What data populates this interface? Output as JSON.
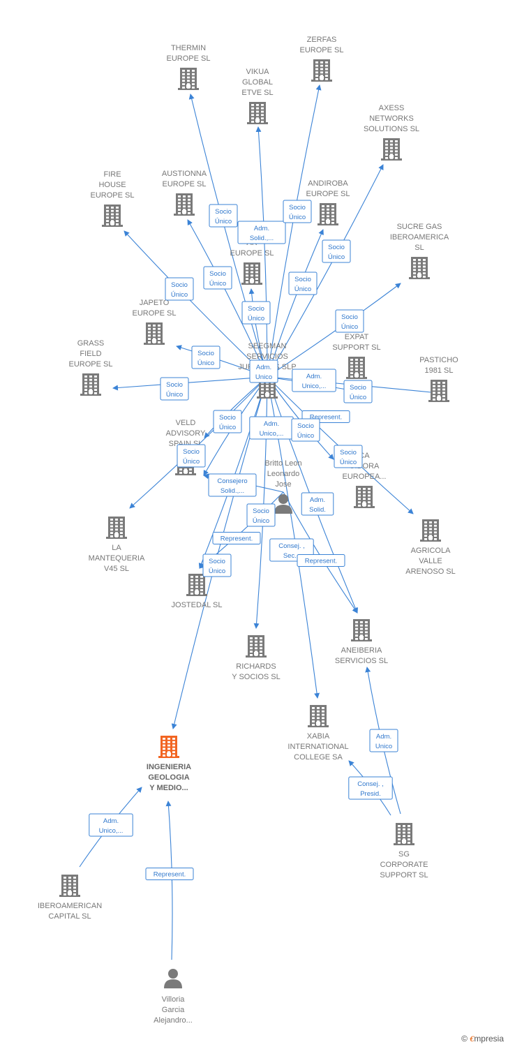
{
  "nodes": [
    {
      "id": "thermin",
      "type": "company",
      "lines": [
        "THERMIN",
        "EUROPE  SL"
      ],
      "label_pos": "above"
    },
    {
      "id": "zerfas",
      "type": "company",
      "lines": [
        "ZERFAS",
        "EUROPE  SL"
      ],
      "label_pos": "above"
    },
    {
      "id": "vikua",
      "type": "company",
      "lines": [
        "VIKUA",
        "GLOBAL",
        "ETVE  SL"
      ],
      "label_pos": "above"
    },
    {
      "id": "axess",
      "type": "company",
      "lines": [
        "AXESS",
        "NETWORKS",
        "SOLUTIONS  SL"
      ],
      "label_pos": "above"
    },
    {
      "id": "fire",
      "type": "company",
      "lines": [
        "FIRE",
        "HOUSE",
        "EUROPE  SL"
      ],
      "label_pos": "above"
    },
    {
      "id": "austionna",
      "type": "company",
      "lines": [
        "AUSTIONNA",
        "EUROPE  SL"
      ],
      "label_pos": "above"
    },
    {
      "id": "andiroba",
      "type": "company",
      "lines": [
        "ANDIROBA",
        "EUROPE  SL"
      ],
      "label_pos": "above"
    },
    {
      "id": "sucre",
      "type": "company",
      "lines": [
        "SUCRE GAS",
        "IBEROAMERICA",
        "SL"
      ],
      "label_pos": "above"
    },
    {
      "id": "ar",
      "type": "company",
      "lines": [
        "AR",
        "EUROPE  SL"
      ],
      "label_pos": "above"
    },
    {
      "id": "japeto",
      "type": "company",
      "lines": [
        "JAPETO",
        "EUROPE  SL"
      ],
      "label_pos": "above"
    },
    {
      "id": "grass",
      "type": "company",
      "lines": [
        "GRASS",
        "FIELD",
        "EUROPE  SL"
      ],
      "label_pos": "above"
    },
    {
      "id": "seegman",
      "type": "company",
      "lines": [
        "SEEGMAN",
        "SERVICIOS",
        "JURIDICOS  SLP"
      ],
      "label_pos": "above"
    },
    {
      "id": "expat",
      "type": "company",
      "lines": [
        "PE",
        "EXPAT",
        "SUPPORT  SL"
      ],
      "label_pos": "above"
    },
    {
      "id": "pasticho",
      "type": "company",
      "lines": [
        "PASTICHO",
        "1981  SL"
      ],
      "label_pos": "above"
    },
    {
      "id": "veld",
      "type": "company",
      "lines": [
        "VELD",
        "ADVISORY",
        "SPAIN  SL"
      ],
      "label_pos": "above"
    },
    {
      "id": "ca",
      "type": "company",
      "lines": [
        "CA",
        "UIDORA",
        "EUROPEA..."
      ],
      "label_pos": "above"
    },
    {
      "id": "britto",
      "type": "person",
      "lines": [
        "Britto Leon",
        "Leonardo",
        "Jose"
      ],
      "label_pos": "above"
    },
    {
      "id": "mantequeria",
      "type": "company",
      "lines": [
        "LA",
        "MANTEQUERIA",
        "V45  SL"
      ],
      "label_pos": "below"
    },
    {
      "id": "agricola",
      "type": "company",
      "lines": [
        "AGRICOLA",
        "VALLE",
        "ARENOSO  SL"
      ],
      "label_pos": "below"
    },
    {
      "id": "jostedal",
      "type": "company",
      "lines": [
        "JOSTEDAL  SL"
      ],
      "label_pos": "below"
    },
    {
      "id": "richards",
      "type": "company",
      "lines": [
        "RICHARDS",
        "Y SOCIOS  SL"
      ],
      "label_pos": "below"
    },
    {
      "id": "aneiberia",
      "type": "company",
      "lines": [
        "ANEIBERIA",
        "SERVICIOS  SL"
      ],
      "label_pos": "below"
    },
    {
      "id": "xabia",
      "type": "company",
      "lines": [
        "XABIA",
        "INTERNATIONAL",
        "COLLEGE SA"
      ],
      "label_pos": "below"
    },
    {
      "id": "ingenieria",
      "type": "company-focus",
      "lines": [
        "INGENIERIA",
        "GEOLOGIA",
        "Y MEDIO..."
      ],
      "label_pos": "below"
    },
    {
      "id": "sg",
      "type": "company",
      "lines": [
        "SG",
        "CORPORATE",
        "SUPPORT  SL"
      ],
      "label_pos": "below"
    },
    {
      "id": "iberoamerican",
      "type": "company",
      "lines": [
        "IBEROAMERICAN",
        "CAPITAL  SL"
      ],
      "label_pos": "below"
    },
    {
      "id": "villoria",
      "type": "person",
      "lines": [
        "Villoria",
        "Garcia",
        "Alejandro..."
      ],
      "label_pos": "below"
    }
  ],
  "relations": [
    {
      "id": "r1",
      "lines": [
        "Socio",
        "Único"
      ]
    },
    {
      "id": "r2",
      "lines": [
        "Adm.",
        "Solid.,..."
      ]
    },
    {
      "id": "r3",
      "lines": [
        "Socio",
        "Único"
      ]
    },
    {
      "id": "r4",
      "lines": [
        "Socio",
        "Único"
      ]
    },
    {
      "id": "r5",
      "lines": [
        "Socio",
        "Único"
      ]
    },
    {
      "id": "r6",
      "lines": [
        "Socio",
        "Único"
      ]
    },
    {
      "id": "r7",
      "lines": [
        "Socio",
        "Único"
      ]
    },
    {
      "id": "r8",
      "lines": [
        "Socio",
        "Único"
      ]
    },
    {
      "id": "r9",
      "lines": [
        "Socio",
        "Único"
      ]
    },
    {
      "id": "r10",
      "lines": [
        "Socio",
        "Único"
      ]
    },
    {
      "id": "r11",
      "lines": [
        "Socio",
        "Único"
      ]
    },
    {
      "id": "r12",
      "lines": [
        "Adm.",
        "Unico"
      ]
    },
    {
      "id": "r13",
      "lines": [
        "Adm.",
        "Unico,..."
      ]
    },
    {
      "id": "r14",
      "lines": [
        "Socio",
        "Único"
      ]
    },
    {
      "id": "r15",
      "lines": [
        "Socio",
        "Único"
      ]
    },
    {
      "id": "r16",
      "lines": [
        "Adm.",
        "Unico,..."
      ]
    },
    {
      "id": "r17",
      "lines": [
        "Represent."
      ]
    },
    {
      "id": "r18",
      "lines": [
        "Socio",
        "Único"
      ]
    },
    {
      "id": "r19",
      "lines": [
        "Socio",
        "Único"
      ]
    },
    {
      "id": "r20",
      "lines": [
        "Socio",
        "Único"
      ]
    },
    {
      "id": "r21",
      "lines": [
        "Consejero",
        "Solid.,..."
      ]
    },
    {
      "id": "r22",
      "lines": [
        "Adm.",
        "Solid."
      ]
    },
    {
      "id": "r23",
      "lines": [
        "Socio",
        "Único"
      ]
    },
    {
      "id": "r24",
      "lines": [
        "Represent."
      ]
    },
    {
      "id": "r25",
      "lines": [
        "Consej. ,",
        "Sec..."
      ]
    },
    {
      "id": "r26",
      "lines": [
        "Represent."
      ]
    },
    {
      "id": "r27",
      "lines": [
        "Socio",
        "Único"
      ]
    },
    {
      "id": "r28",
      "lines": [
        "Adm.",
        "Unico"
      ]
    },
    {
      "id": "r29",
      "lines": [
        "Consej. ,",
        "Presid."
      ]
    },
    {
      "id": "r30",
      "lines": [
        "Adm.",
        "Unico,..."
      ]
    },
    {
      "id": "r31",
      "lines": [
        "Represent."
      ]
    }
  ],
  "brand": {
    "copyright": "©",
    "name_initial": "€",
    "name_rest": "mpresia"
  },
  "colors": {
    "edge": "#3b83d6",
    "icon": "#7a7a7a",
    "focus": "#f26522",
    "label": "#777777"
  }
}
